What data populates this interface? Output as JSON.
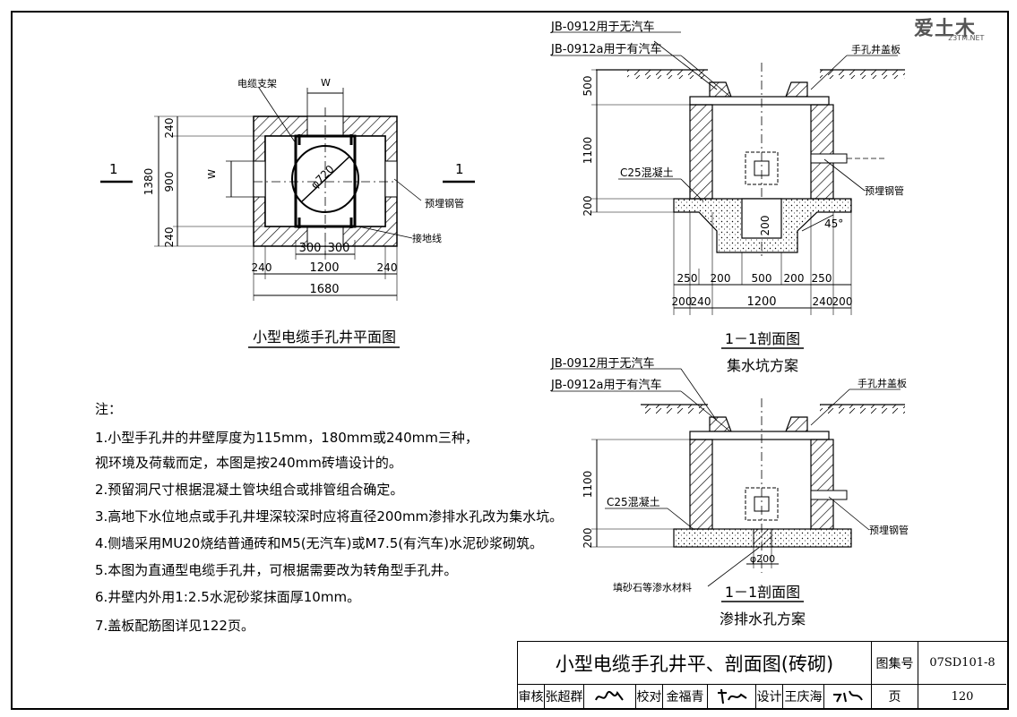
{
  "plan_view": {
    "title": "小型电缆手孔井平面图",
    "section_mark": "1",
    "labels": {
      "cable_bracket": "电缆支架",
      "w_top": "W",
      "w_left": "W",
      "diameter": "φ720",
      "embedded_pipe": "预埋钢管",
      "ground_wire": "接地线"
    },
    "dims": {
      "left": [
        "240",
        "900",
        "240",
        "1380"
      ],
      "inner_bottom": [
        "300",
        "300"
      ],
      "bottom_row": [
        "240",
        "1200",
        "240"
      ],
      "total_width": "1680"
    }
  },
  "section_sump": {
    "title": "1－1剖面图",
    "subtitle": "集水坑方案",
    "labels": {
      "cover_no_vehicle": "JB-0912用于无汽车",
      "cover_vehicle": "JB-0912a用于有汽车",
      "cover_plate": "手孔井盖板",
      "concrete": "C25混凝土",
      "embedded_pipe": "预埋钢管",
      "angle": "45°",
      "sump_depth": "200"
    },
    "dims": {
      "vertical": [
        "500",
        "1100",
        "200"
      ],
      "row1": [
        "250",
        "200",
        "500",
        "200",
        "250"
      ],
      "row2": [
        "200",
        "240",
        "1200",
        "240",
        "200"
      ]
    }
  },
  "section_seepage": {
    "title": "1－1剖面图",
    "subtitle": "渗排水孔方案",
    "labels": {
      "cover_no_vehicle": "JB-0912用于无汽车",
      "cover_vehicle": "JB-0912a用于有汽车",
      "cover_plate": "手孔井盖板",
      "concrete": "C25混凝土",
      "embedded_pipe": "预埋钢管",
      "hole_diameter": "φ200",
      "fill_material": "填砂石等渗水材料"
    },
    "dims": {
      "vertical": [
        "1100",
        "200"
      ]
    }
  },
  "notes": {
    "heading": "注：",
    "lines": [
      "1.小型手孔井的井壁厚度为115mm，180mm或240mm三种，",
      "  视环境及荷载而定，本图是按240mm砖墙设计的。",
      "2.预留洞尺寸根据混凝土管块组合或排管组合确定。",
      "3.高地下水位地点或手孔井埋深较深时应将直径200mm渗排水孔改为集水坑。",
      "4.侧墙采用MU20烧结普通砖和M5(无汽车)或M7.5(有汽车)水泥砂浆砌筑。",
      "5.本图为直通型电缆手孔井，可根据需要改为转角型手孔井。",
      "6.井壁内外用1:2.5水泥砂浆抹面厚10mm。",
      "7.盖板配筋图详见122页。"
    ]
  },
  "title_block": {
    "drawing_title": "小型电缆手孔井平、剖面图(砖砌)",
    "atlas_label": "图集号",
    "atlas_number": "07SD101-8",
    "review_label": "审核",
    "reviewer": "张超群",
    "check_label": "校对",
    "checker": "金福青",
    "design_label": "设计",
    "designer": "王庆海",
    "page_label": "页",
    "page_number": "120"
  },
  "watermark": {
    "brand": "爱土木",
    "site": "23TM.NET"
  }
}
